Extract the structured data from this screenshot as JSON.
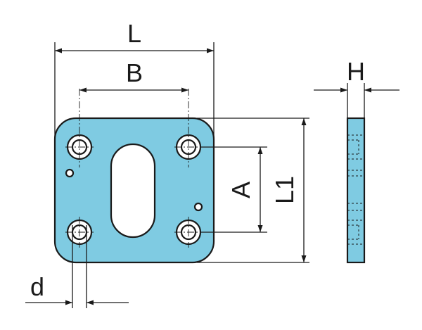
{
  "colors": {
    "part_fill": "#7fcbe2",
    "line": "#1a1a1a"
  },
  "labels": {
    "length": "L",
    "hole_spacing_x": "B",
    "hole_spacing_y": "A",
    "height_overall": "L1",
    "thickness": "H",
    "hole_diameter": "d"
  }
}
